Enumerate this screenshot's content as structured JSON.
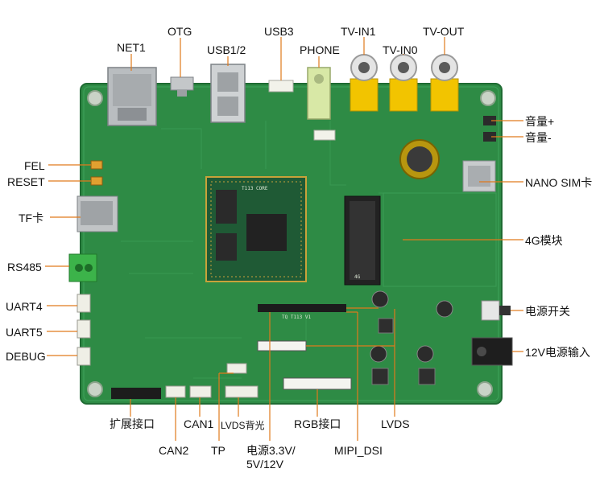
{
  "labels": {
    "net1": "NET1",
    "otg": "OTG",
    "usb12": "USB1/2",
    "usb3": "USB3",
    "phone": "PHONE",
    "tvin1": "TV-IN1",
    "tvin0": "TV-IN0",
    "tvout": "TV-OUT",
    "vol_up": "音量+",
    "vol_down": "音量-",
    "fel": "FEL",
    "reset": "RESET",
    "tf": "TF卡",
    "nano_sim": "NANO SIM卡",
    "module_4g": "4G模块",
    "rs485": "RS485",
    "uart4": "UART4",
    "uart5": "UART5",
    "debug": "DEBUG",
    "power_switch": "电源开关",
    "power_in": "12V电源输入",
    "ext": "扩展接口",
    "can1": "CAN1",
    "lvds_bl": "LVDS背光",
    "rgb": "RGB接口",
    "lvds": "LVDS",
    "can2": "CAN2",
    "tp": "TP",
    "power_out_l1": "电源3.3V/",
    "power_out_l2": "5V/12V",
    "mipi": "MIPI_DSI"
  },
  "colors": {
    "pcb": "#2e8b45",
    "pcb_dark": "#237236",
    "leader": "#e07a1c",
    "rca": "#f2c400",
    "som": "#1f5a35"
  }
}
